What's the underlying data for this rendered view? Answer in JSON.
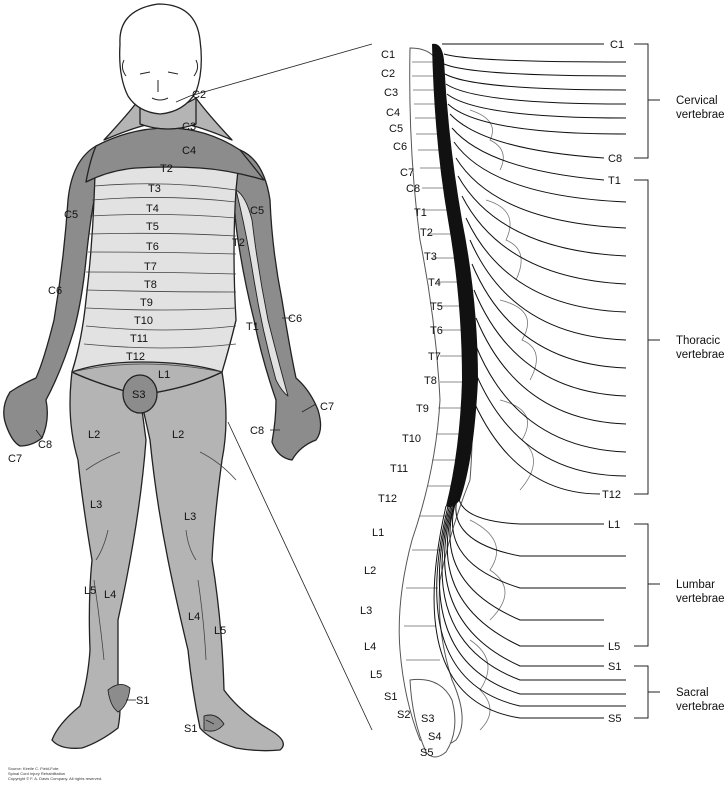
{
  "body_labels": {
    "C2": "C2",
    "C3": "C3",
    "C4": "C4",
    "C5_left": "C5",
    "C5_right": "C5",
    "C6_left": "C6",
    "C6_right": "C6",
    "C7_left": "C7",
    "C7_right": "C7",
    "C8_left": "C8",
    "C8_right": "C8",
    "T1": "T1",
    "T2_chest": "T2",
    "T2_arm": "T2",
    "T3": "T3",
    "T4": "T4",
    "T5": "T5",
    "T6": "T6",
    "T7": "T7",
    "T8": "T8",
    "T9": "T9",
    "T10": "T10",
    "T11": "T11",
    "T12": "T12",
    "L1": "L1",
    "L2_left": "L2",
    "L2_right": "L2",
    "L3_left": "L3",
    "L3_right": "L3",
    "L4_left": "L4",
    "L4_right": "L4",
    "L5_left": "L5",
    "L5_right": "L5",
    "S1_left": "S1",
    "S1_right": "S1",
    "S3": "S3"
  },
  "spine_labels": [
    "C1",
    "C2",
    "C3",
    "C4",
    "C5",
    "C6",
    "C7",
    "C8",
    "T1",
    "T2",
    "T3",
    "T4",
    "T5",
    "T6",
    "T7",
    "T8",
    "T9",
    "T10",
    "T11",
    "T12",
    "L1",
    "L2",
    "L3",
    "L4",
    "L5",
    "S1",
    "S2",
    "S3",
    "S4",
    "S5"
  ],
  "right_labels": {
    "C1": "C1",
    "C8": "C8",
    "T1": "T1",
    "T12": "T12",
    "L1": "L1",
    "L5": "L5",
    "S1": "S1",
    "S5": "S5"
  },
  "categories": {
    "cervical_1": "Cervical",
    "cervical_2": "vertebrae",
    "thoracic_1": "Thoracic",
    "thoracic_2": "vertebrae",
    "lumbar_1": "Lumbar",
    "lumbar_2": "vertebrae",
    "sacral_1": "Sacral",
    "sacral_2": "vertebrae"
  },
  "credit": {
    "line1": "Source: Kirelle C. Field-Fote:",
    "line2": "Spinal Cord Injury Rehabilitation",
    "line3": "Copyright © F. A. Davis Company. All rights reserved."
  },
  "colors": {
    "dark_region": "#8c8c8c",
    "mid_region": "#b4b4b4",
    "light_region": "#e2e2e2",
    "outline": "#222222",
    "cord": "#111111"
  }
}
